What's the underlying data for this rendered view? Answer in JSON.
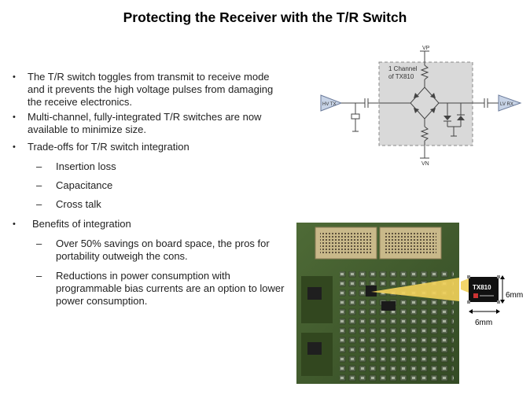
{
  "slide": {
    "title": "Protecting the Receiver with the T/R Switch"
  },
  "bullets": [
    {
      "text": "The T/R switch toggles from transmit to receive mode and it prevents the high voltage pulses from damaging the receive electronics.",
      "sub": []
    },
    {
      "text": "Multi-channel, fully-integrated T/R switches are now available to minimize size.",
      "sub": []
    },
    {
      "text": "Trade-offs for T/R switch integration",
      "sub": [
        "Insertion loss",
        "Capacitance",
        "Cross talk"
      ]
    },
    {
      "text": "Benefits of integration",
      "sub": [
        "Over 50% savings on board space, the pros for portability outweigh the cons.",
        "Reductions in power consumption with programmable bias currents are an option to lower power consumption."
      ]
    }
  ],
  "circuit": {
    "box_label_line1": "1 Channel",
    "box_label_line2": "of TX810",
    "vp": "VP",
    "vn": "VN",
    "hv_tx": "HV TX",
    "lv_rx": "LV RX"
  },
  "chip": {
    "name": "TX810",
    "height_label": "6mm",
    "width_label": "6mm"
  },
  "colors": {
    "board_green": "#3f5a2c",
    "highlight": "#f2d25a",
    "box_fill": "#d9d9d9",
    "triangle_fill": "#c7d3e6"
  }
}
